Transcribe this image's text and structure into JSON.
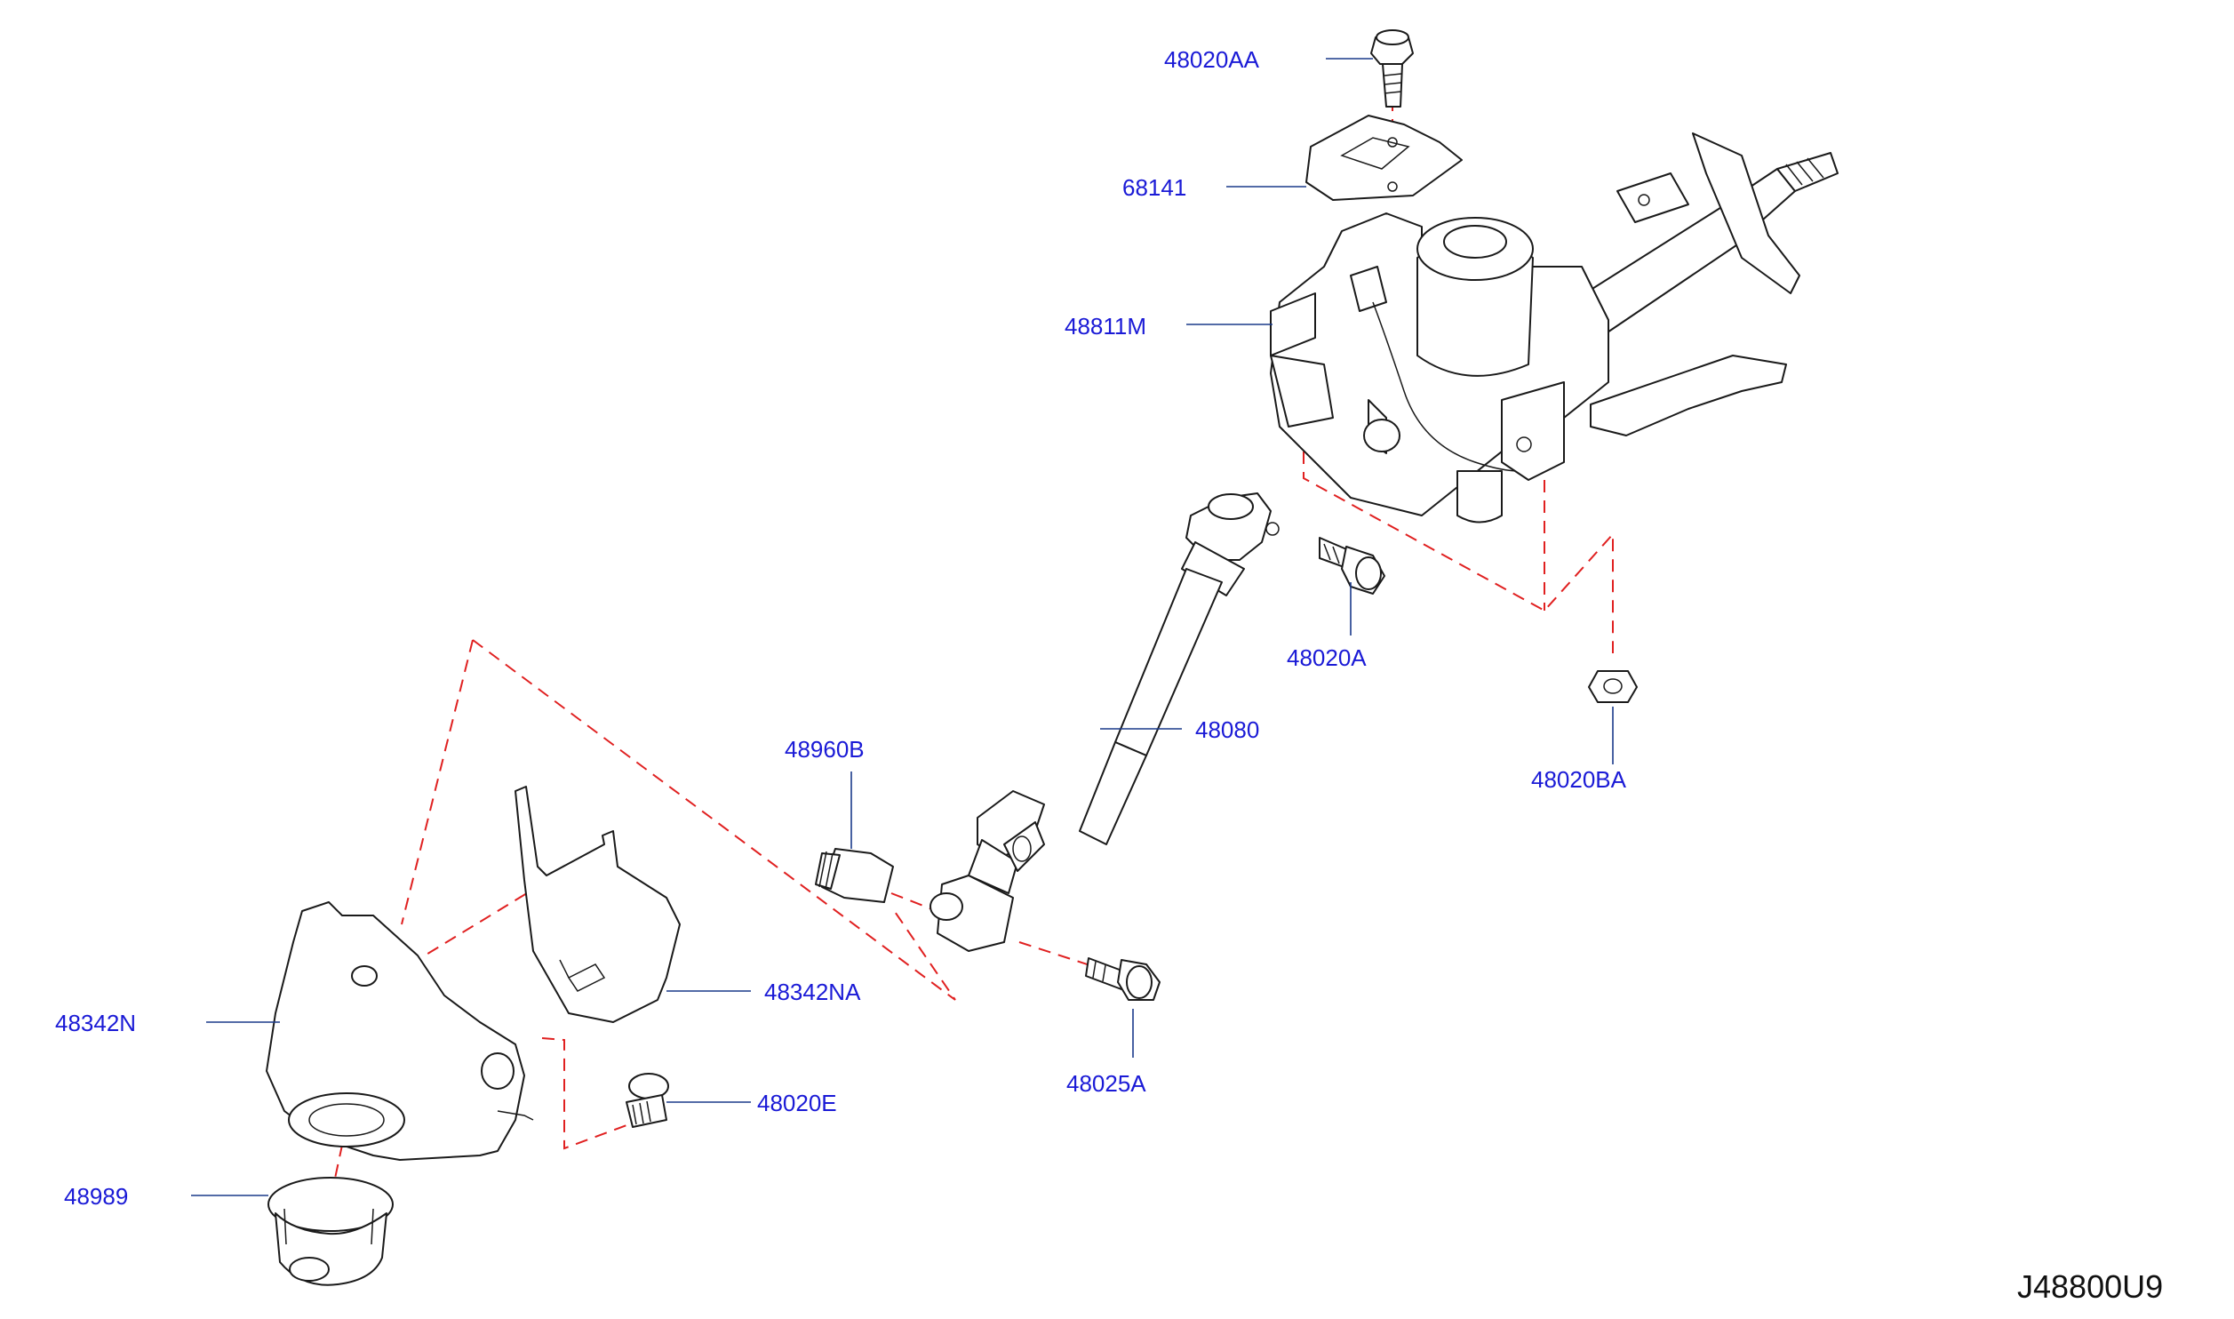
{
  "parts": {
    "p48020AA": "48020AA",
    "p68141": "68141",
    "p48811M": "48811M",
    "p48020A": "48020A",
    "p48020BA": "48020BA",
    "p48080": "48080",
    "p48960B": "48960B",
    "p48342NA": "48342NA",
    "p48342N": "48342N",
    "p48020E": "48020E",
    "p48025A": "48025A",
    "p48989": "48989"
  },
  "diagram_code": "J48800U9",
  "colors": {
    "label": "#1a1ad6",
    "leader": "#1a3a8a",
    "guide": "#e02020",
    "outline": "#1a1a1a"
  }
}
